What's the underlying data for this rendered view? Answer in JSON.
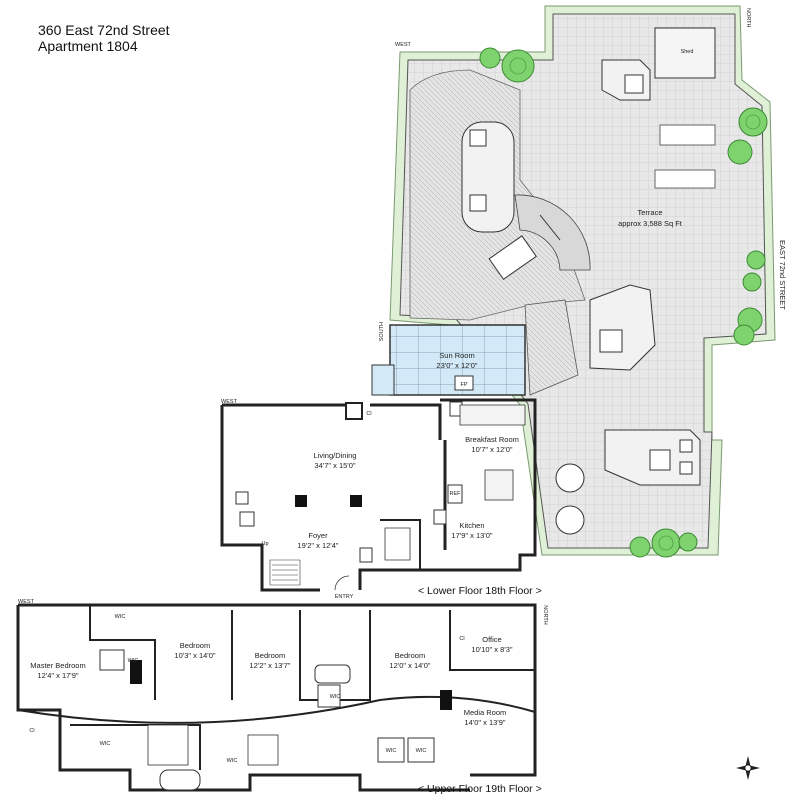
{
  "header": {
    "address": "360 East 72nd Street",
    "apartment": "Apartment 1804"
  },
  "compass": {
    "north": "NORTH",
    "west": "WEST",
    "south": "SOUTH"
  },
  "street": "EAST 72nd STREET",
  "lower_floor": {
    "label": "< Lower Floor 18th Floor >",
    "rooms": [
      {
        "name": "Terrace",
        "dims": "approx 3,588 Sq Ft"
      },
      {
        "name": "Shed",
        "dims": ""
      },
      {
        "name": "Sun Room",
        "dims": "23'0\" x 12'0\""
      },
      {
        "name": "Living/Dining",
        "dims": "34'7\" x 15'0\""
      },
      {
        "name": "Breakfast Room",
        "dims": "10'7\" x 12'0\""
      },
      {
        "name": "Kitchen",
        "dims": "17'9\" x 13'0\""
      },
      {
        "name": "Foyer",
        "dims": "19'2\" x 12'4\""
      }
    ],
    "marks": {
      "fp": "FP",
      "cl": "Cl",
      "ref": "REF",
      "entry": "ENTRY",
      "up": "Up"
    }
  },
  "upper_floor": {
    "label": "< Upper Floor 19th Floor >",
    "rooms": [
      {
        "name": "Master Bedroom",
        "dims": "12'4\" x 17'9\""
      },
      {
        "name": "Bedroom",
        "dims": "10'3\" x 14'0\""
      },
      {
        "name": "Bedroom",
        "dims": "12'2\" x 13'7\""
      },
      {
        "name": "Bedroom",
        "dims": "12'0\" x 14'0\""
      },
      {
        "name": "Office",
        "dims": "10'10\" x 8'3\""
      },
      {
        "name": "Media Room",
        "dims": "14'0\" x 13'9\""
      }
    ],
    "marks": {
      "wic": "WIC",
      "cl": "Cl"
    }
  },
  "colors": {
    "terrace": "#e6e6e6",
    "terrace_border": "#dff0d6",
    "sunroom": "#cfe6f5",
    "tree": "#7fd36f",
    "wall": "#222222"
  }
}
